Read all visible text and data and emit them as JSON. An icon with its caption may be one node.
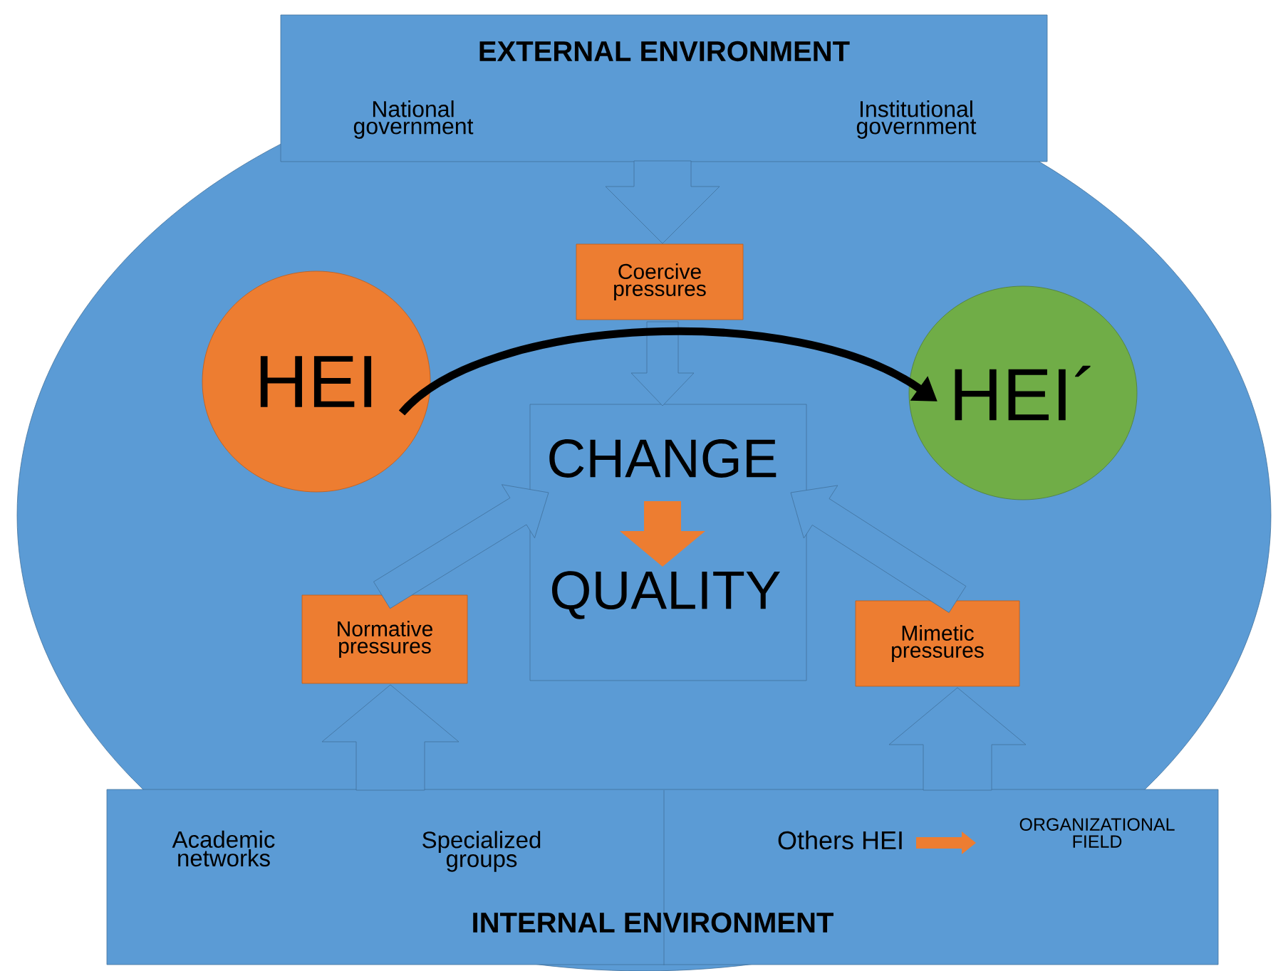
{
  "diagram": {
    "nodes": [
      {
        "text": [
          "EXTERNAL ENVIRONMENT",
          "National government",
          "Institutional government"
        ]
      },
      {
        "text": [
          "Coercive pressures"
        ]
      },
      {
        "text": [
          "HEI"
        ]
      },
      {
        "text": [
          "HEI´"
        ]
      },
      {
        "text": [],
        "shape": "box"
      },
      {
        "text": [
          "CHANGE"
        ],
        "in": 4
      },
      {
        "text": [
          "QUALITY"
        ],
        "in": 4
      },
      {
        "text": [
          "Normative pressures"
        ]
      },
      {
        "text": [
          "Mimetic pressures"
        ]
      },
      {
        "text": [
          "Academic networks",
          "Specialized groups",
          "INTERNAL ENVIRONMENT"
        ]
      },
      {
        "text": [
          "Others HEI"
        ],
        "in": 9
      },
      {
        "text": [
          "ORGANIZATIONAL FIELD"
        ],
        "in": 9
      }
    ],
    "edges": [
      {
        "from": 0,
        "to": 1,
        "arrow": "to"
      },
      {
        "from": 2,
        "to": 3,
        "arrow": "to",
        "color": "#000000"
      },
      {
        "from": 1,
        "to": 4,
        "arrow": "to"
      },
      {
        "from": 5,
        "to": 6,
        "arrow": "to",
        "color": "#ed7d31"
      },
      {
        "from": 7,
        "to": 4,
        "arrow": "to"
      },
      {
        "from": 8,
        "to": 4,
        "arrow": "to"
      },
      {
        "from": 9,
        "to": 7,
        "arrow": "to"
      },
      {
        "from": 9,
        "to": 8,
        "arrow": "to"
      },
      {
        "from": 10,
        "to": 11,
        "arrow": "to",
        "color": "#ed7d31"
      }
    ]
  }
}
